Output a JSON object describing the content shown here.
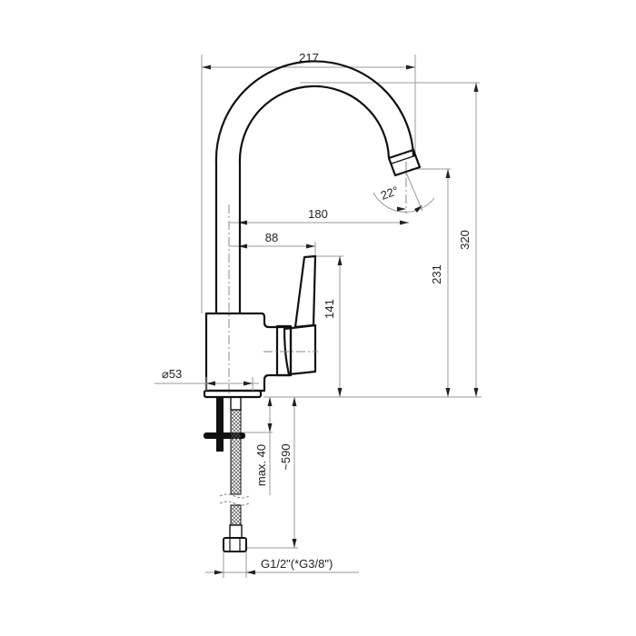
{
  "drawing": {
    "subject": "kitchen mixer tap technical dimension drawing",
    "units": "mm",
    "dimensions": {
      "overall_width": "217",
      "overall_height": "320",
      "spout_reach": "180",
      "spout_outlet_height": "231",
      "handle_reach": "88",
      "handle_height": "141",
      "body_diameter": "53",
      "spout_angle": "22°",
      "mount_thickness": "max. 40",
      "hose_length": "~590",
      "hose_connection": "G1/2\"(*G3/8\")"
    },
    "symbols": {
      "diameter": "⌀"
    }
  }
}
